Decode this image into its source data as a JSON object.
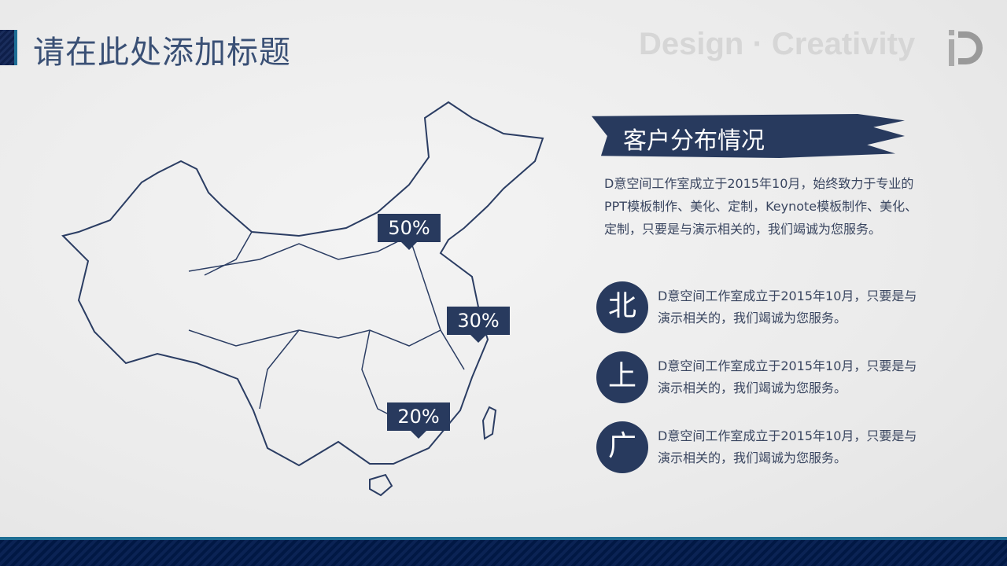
{
  "header": {
    "title": "请在此处添加标题",
    "brand": "Design · Creativity"
  },
  "map": {
    "tags": [
      {
        "label": "50%"
      },
      {
        "label": "30%"
      },
      {
        "label": "20%"
      }
    ]
  },
  "panel": {
    "heading": "客户分布情况",
    "intro": "D意空间工作室成立于2015年10月，始终致力于专业的PPT模板制作、美化、定制，Keynote模板制作、美化、定制，只要是与演示相关的，我们竭诚为您服务。",
    "items": [
      {
        "char": "北",
        "text": "D意空间工作室成立于2015年10月，只要是与演示相关的，我们竭诚为您服务。"
      },
      {
        "char": "上",
        "text": "D意空间工作室成立于2015年10月，只要是与演示相关的，我们竭诚为您服务。"
      },
      {
        "char": "广",
        "text": "D意空间工作室成立于2015年10月，只要是与演示相关的，我们竭诚为您服务。"
      }
    ]
  },
  "colors": {
    "accent": "#283a5e",
    "footer": "#011844",
    "stripe": "#1f6e94"
  }
}
